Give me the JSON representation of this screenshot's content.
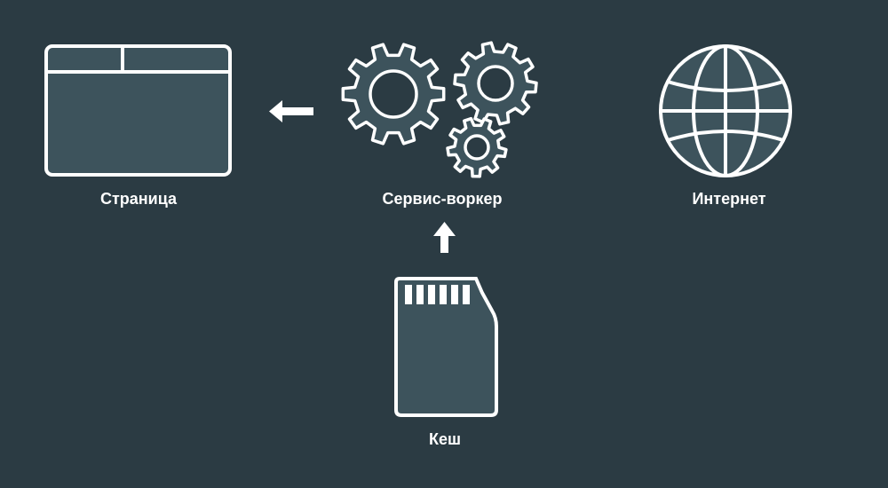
{
  "nodes": {
    "page": {
      "label": "Страница",
      "icon": "browser-window-icon"
    },
    "service_worker": {
      "label": "Сервис-воркер",
      "icon": "gears-icon"
    },
    "internet": {
      "label": "Интернет",
      "icon": "globe-icon"
    },
    "cache": {
      "label": "Кеш",
      "icon": "memory-card-icon"
    }
  },
  "edges": [
    {
      "from": "service_worker",
      "to": "page"
    },
    {
      "from": "cache",
      "to": "service_worker"
    }
  ],
  "colors": {
    "background": "#2b3b43",
    "fill": "#3d535c",
    "stroke": "#ffffff"
  }
}
